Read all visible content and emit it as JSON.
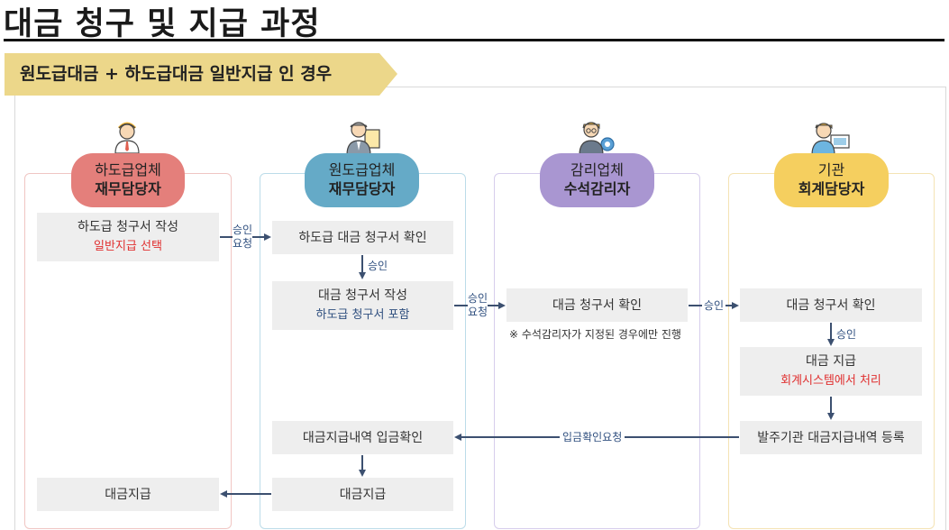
{
  "title": "대금 청구 및 지급 과정",
  "banner": "원도급대금 + 하도급대금 일반지급 인 경우",
  "colors": {
    "subcontractor": "#e47f7b",
    "prime": "#65aac7",
    "supervisor": "#a996d1",
    "agency": "#f5cf5f",
    "banner": "#ecd78a",
    "arrow": "#3c5070"
  },
  "columns": [
    {
      "line1": "하도급업체",
      "line2": "재무담당자",
      "icon": "person-icon"
    },
    {
      "line1": "원도급업체",
      "line2": "재무담당자",
      "icon": "person-document-icon"
    },
    {
      "line1": "감리업체",
      "line2": "수석감리자",
      "icon": "person-gear-icon"
    },
    {
      "line1": "기관",
      "line2": "회계담당자",
      "icon": "person-monitor-icon"
    }
  ],
  "boxes": {
    "sub_invoice": {
      "text": "하도급 청구서 작성",
      "sub": "일반지급 선택"
    },
    "sub_payment": {
      "text": "대금지급"
    },
    "prime_confirm": {
      "text": "하도급 대금 청구서 확인"
    },
    "prime_invoice": {
      "text": "대금 청구서 작성",
      "sub": "하도급 청구서 포함"
    },
    "prime_receipt": {
      "text": "대금지급내역 입금확인"
    },
    "prime_payment": {
      "text": "대금지급"
    },
    "sup_confirm": {
      "text": "대금 청구서 확인"
    },
    "agency_confirm": {
      "text": "대금 청구서 확인"
    },
    "agency_pay": {
      "text": "대금 지급",
      "sub": "회계시스템에서 처리"
    },
    "agency_register": {
      "text": "발주기관 대금지급내역 등록"
    }
  },
  "note": "※ 수석감리자가 지정된 경우에만 진행",
  "labels": {
    "approve_request_1": [
      "승인",
      "요청"
    ],
    "approve_1": "승인",
    "approve_request_2": [
      "승인",
      "요청"
    ],
    "approve_2": "승인",
    "approve_3": "승인",
    "deposit_request": "입금확인요청"
  }
}
